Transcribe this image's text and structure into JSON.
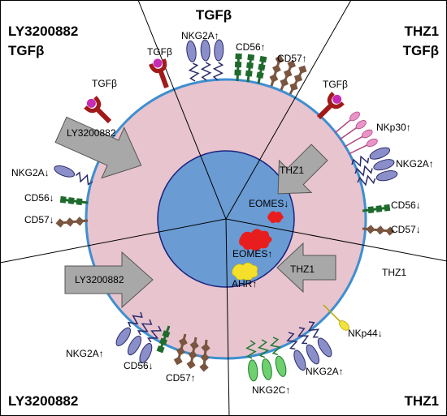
{
  "corners": {
    "top_left_line1": "LY3200882",
    "top_left_line2": "TGFβ",
    "top_center": "TGFβ",
    "top_right_line1": "THZ1",
    "top_right_line2": "TGFβ",
    "bottom_left": "LY3200882",
    "bottom_right": "THZ1",
    "mid_right": "THZ1"
  },
  "ligands": {
    "tgfb_left": "TGFβ",
    "tgfb_top": "TGFβ",
    "tgfb_right": "TGFβ"
  },
  "arrows": {
    "upper_left": "LY3200882",
    "lower_left": "LY3200882",
    "upper_right": "THZ1",
    "lower_right": "THZ1"
  },
  "nucleus": {
    "eomes_down": "EOMES↓",
    "eomes_up": "EOMES↑",
    "ahr_up": "AHR↑"
  },
  "receptors": {
    "top": {
      "nkg2a": "NKG2A↑",
      "cd56": "CD56↑",
      "cd57": "CD57↑"
    },
    "left": {
      "nkg2a": "NKG2A↓",
      "cd56": "CD56↓",
      "cd57": "CD57↓"
    },
    "right": {
      "nkp30": "NKp30↑",
      "nkg2a": "NKG2A↑",
      "cd56": "CD56↓",
      "cd57": "CD57↓"
    },
    "bottom_left": {
      "nkg2a": "NKG2A↑",
      "cd56": "CD56↓",
      "cd57": "CD57↑"
    },
    "bottom_right": {
      "nkp44": "NKp44↓",
      "nkg2a": "NKG2A↑",
      "nkg2c": "NKG2C↑"
    }
  },
  "colors": {
    "cytoplasm": "#E8C4CF",
    "membrane": "#3E8FD0",
    "nucleus": "#6A9BD3",
    "nkg2a": "#8B8FC9",
    "cd56": "#1F6B2C",
    "cd57": "#7A5540",
    "tgfb_receptor": "#A11A1A",
    "tgfb_ligand": "#C62CB5",
    "nkp30": "#E994C8",
    "nkp44": "#F2E33C",
    "nkg2c": "#6FD06F",
    "eomes": "#E81E1E",
    "ahr": "#F4E02A",
    "arrow": "#A8A8A8"
  }
}
